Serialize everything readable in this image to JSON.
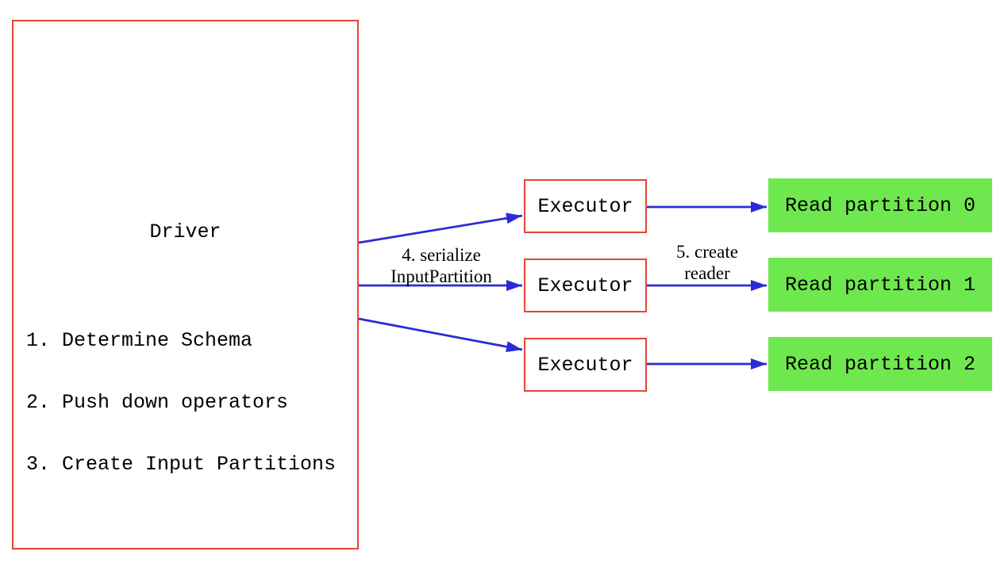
{
  "diagram": {
    "driver": {
      "title": "Driver",
      "steps": [
        "1. Determine Schema",
        "2. Push down operators",
        "3. Create Input Partitions"
      ]
    },
    "executors": [
      "Executor",
      "Executor",
      "Executor"
    ],
    "read_partitions": [
      "Read partition 0",
      "Read partition 1",
      "Read partition 2"
    ],
    "edge_labels": {
      "serialize_line1": "4. serialize",
      "serialize_line2": "InputPartition",
      "create_reader_line1": "5. create",
      "create_reader_line2": "reader"
    },
    "colors": {
      "box_border": "#e64637",
      "arrow_blue": "#2b2bd5",
      "partition_green": "#6ee84e",
      "text_black": "#000000",
      "background_white": "#ffffff"
    }
  }
}
